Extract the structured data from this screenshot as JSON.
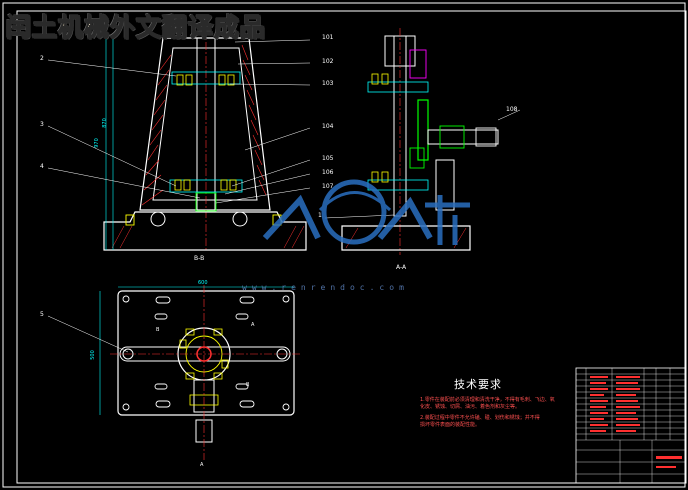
{
  "watermark_title": "闰土机械外文翻译成品",
  "site_watermark": "www.renrendoc.com",
  "section_labels": {
    "left_view": "B-B",
    "right_view": "A-A"
  },
  "callouts": {
    "front": [
      "101",
      "102",
      "103",
      "104",
      "105",
      "106",
      "107"
    ],
    "left": [
      "2",
      "3",
      "4",
      "5"
    ],
    "right": [
      "108",
      "1"
    ]
  },
  "dimensions": {
    "height_a": "970",
    "height_b": "870",
    "width_top": "600",
    "plan_height": "500"
  },
  "section_marks": {
    "a_top": "A",
    "a_bottom": "A",
    "b_left": "B",
    "b_right": "B"
  },
  "technical_requirements": {
    "title": "技术要求",
    "notes": [
      "1.零件在装配前必须清理和清洗干净，不得有毛刺、飞边、氧",
      "  化皮、锈蚀、切屑、油污、着色剂和灰尘等。",
      "2.装配过程中零件不允许磕、碰、划伤和锈蚀；并不得",
      "  损坏零件表面的装配性能。"
    ]
  },
  "colors": {
    "background": "#000000",
    "frame": "#ffffff",
    "outline": "#ffffff",
    "hidden": "#ffff00",
    "center": "#ff3030",
    "dim": "#00ffff",
    "part": "#00ff00",
    "hatch": "#00c000",
    "accent": "#ff00ff",
    "logo": "#2a6fc0"
  }
}
